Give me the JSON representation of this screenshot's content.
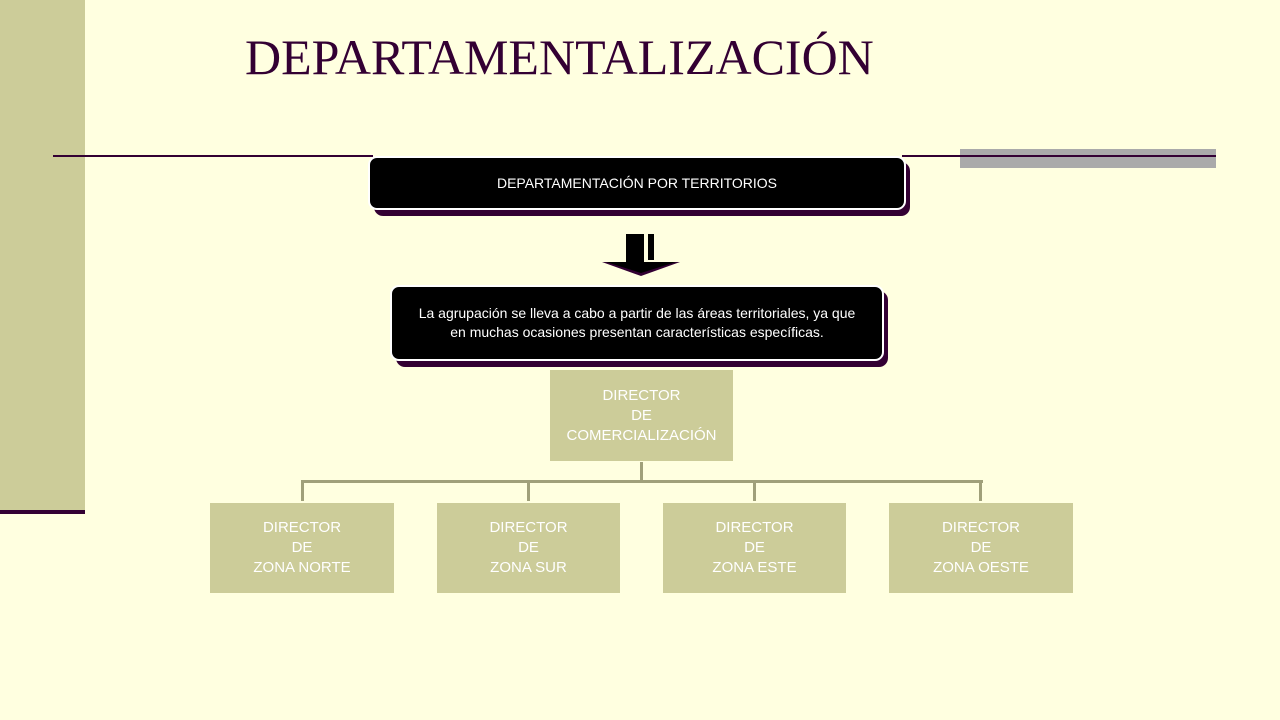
{
  "slide": {
    "title": "DEPARTAMENTALIZACIÓN"
  },
  "diagram": {
    "header_box": "DEPARTAMENTACIÓN POR TERRITORIOS",
    "description_box": "La agrupación se lleva a cabo a partir de las áreas territoriales, ya que en muchas ocasiones presentan características específicas.",
    "root": "DIRECTOR\nDE\nCOMERCIALIZACIÓN",
    "children": [
      "DIRECTOR\nDE\nZONA NORTE",
      "DIRECTOR\nDE\nZONA SUR",
      "DIRECTOR\nDE\nZONA ESTE",
      "DIRECTOR\nDE\nZONA OESTE"
    ]
  },
  "colors": {
    "background": "#ffffe0",
    "accent_dark": "#330033",
    "box_fill": "#cccc99",
    "connector": "#a0a07a"
  }
}
